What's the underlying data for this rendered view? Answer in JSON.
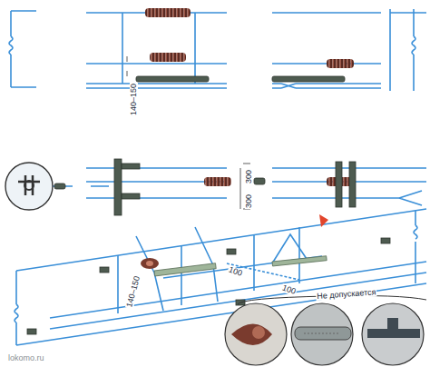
{
  "diagram": {
    "labels": [
      "140–150",
      "300",
      "300",
      "140–150",
      "100",
      "100",
      "Не допускается",
      "lokomo.ru"
    ]
  }
}
